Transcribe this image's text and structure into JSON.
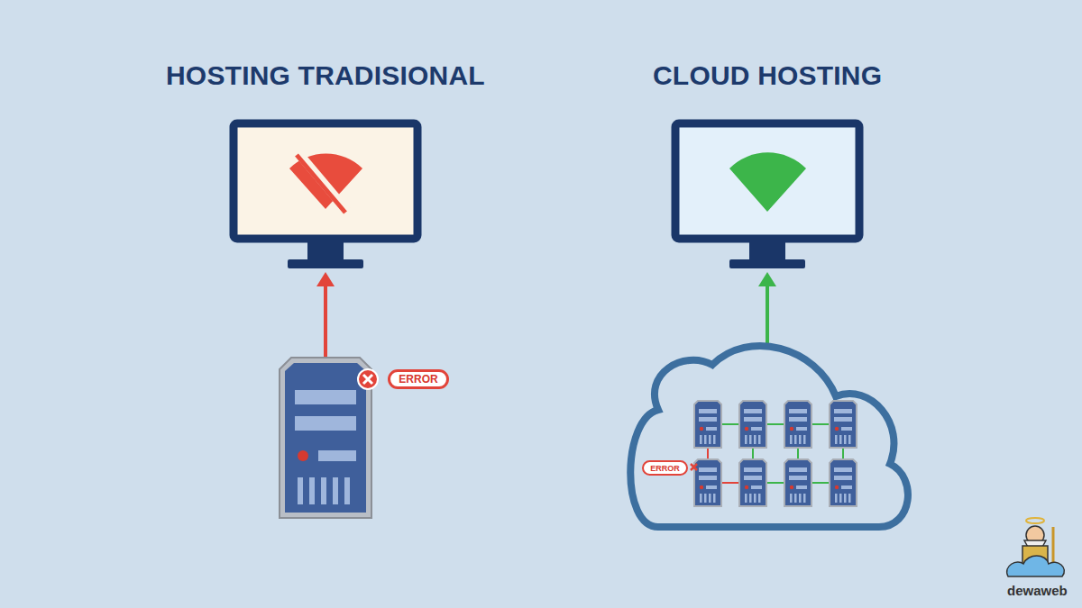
{
  "diagram": {
    "nodes": [
      {
        "text": [
          "ERROR"
        ]
      },
      {
        "text": [
          "ERROR"
        ]
      }
    ],
    "labels": [
      "HOSTING TRADISIONAL",
      "CLOUD HOSTING",
      "dewaweb"
    ]
  }
}
